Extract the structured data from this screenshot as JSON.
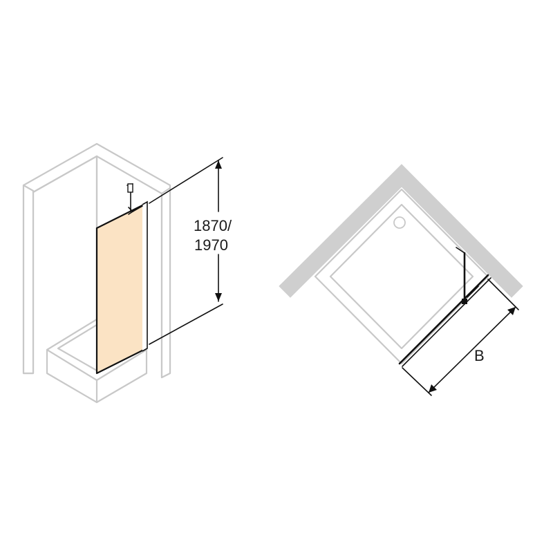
{
  "diagram": {
    "height_label_line1": "1870/",
    "height_label_line2": "1970",
    "width_label": "B",
    "colors": {
      "glass": "#fbe3c4",
      "room_outline": "#c8c8c8",
      "wall_fill_plan": "#cfcfcf",
      "ink": "#111111"
    }
  }
}
